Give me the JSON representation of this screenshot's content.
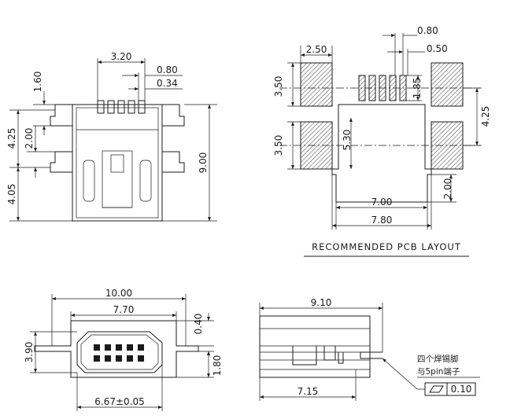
{
  "views": {
    "top": {
      "dims": {
        "d_3_20": "3.20",
        "d_0_80": "0.80",
        "d_0_34": "0.34",
        "d_1_60": "1.60",
        "d_4_25": "4.25",
        "d_2_00": "2.00",
        "d_4_05": "4.05",
        "d_9_00": "9.00"
      }
    },
    "pcb": {
      "dims": {
        "d_2_50": "2.50",
        "d_0_80": "0.80",
        "d_0_50": "0.50",
        "d_3_50_top": "3.50",
        "d_1_85": "1.85",
        "d_4_25": "4.25",
        "d_5_30": "5.30",
        "d_3_50_bottom": "3.50",
        "d_2_00": "2.00",
        "d_7_00": "7.00",
        "d_7_80": "7.80"
      },
      "caption": "RECOMMENDED  PCB  LAYOUT"
    },
    "front": {
      "dims": {
        "d_10_00": "10.00",
        "d_7_70": "7.70",
        "d_0_40": "0.40",
        "d_3_90": "3.90",
        "d_1_80": "1.80",
        "d_6_67": "6.67±0.05"
      }
    },
    "side": {
      "dims": {
        "d_9_10": "9.10",
        "d_7_15": "7.15"
      },
      "note_line1": "四个焊锡脚",
      "note_line2": "与5pin端子",
      "flatness_value": "0.10"
    }
  }
}
